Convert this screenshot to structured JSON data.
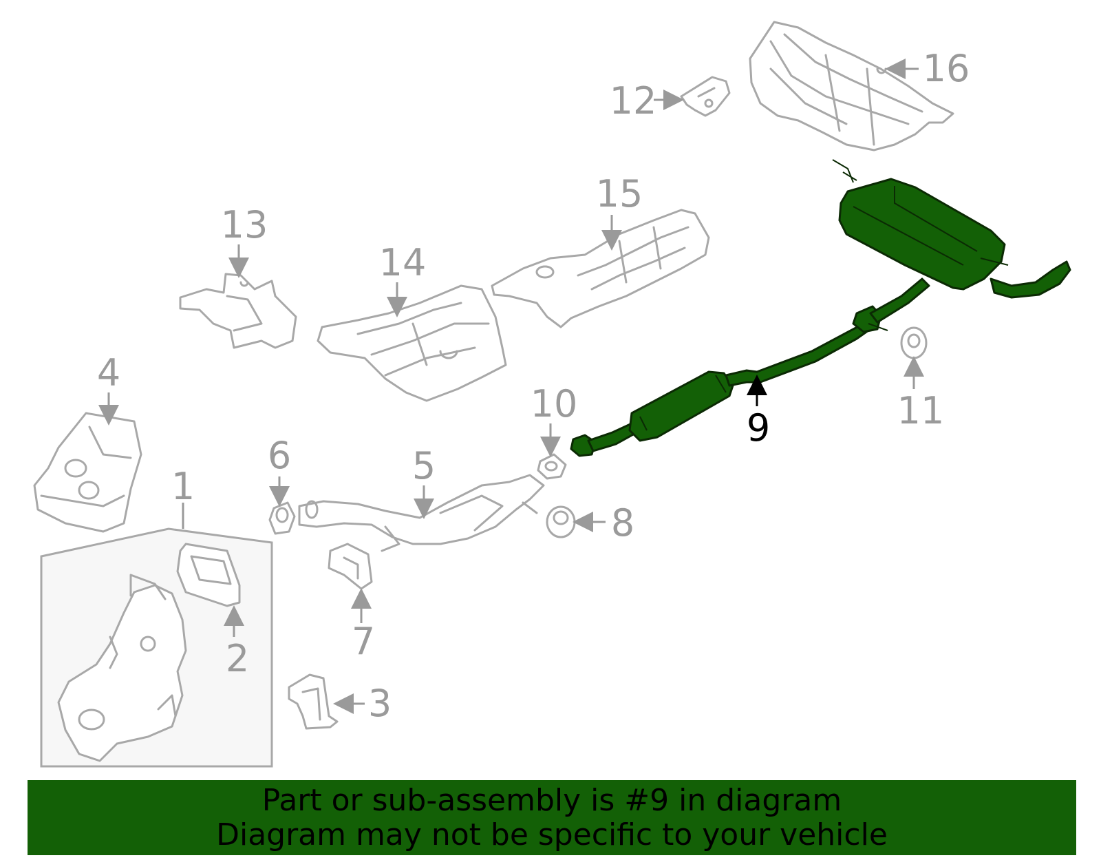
{
  "callouts": {
    "c1": "1",
    "c2": "2",
    "c3": "3",
    "c4": "4",
    "c5": "5",
    "c6": "6",
    "c7": "7",
    "c8": "8",
    "c9": "9",
    "c10": "10",
    "c11": "11",
    "c12": "12",
    "c13": "13",
    "c14": "14",
    "c15": "15",
    "c16": "16"
  },
  "highlighted_part": "9",
  "colors": {
    "highlight": "#136006",
    "inactive_part": "#a8a8a8",
    "banner": "#136006"
  },
  "banner": {
    "line1": "Part or sub-assembly is #9 in diagram",
    "line2": "Diagram may not be specific to your vehicle"
  }
}
